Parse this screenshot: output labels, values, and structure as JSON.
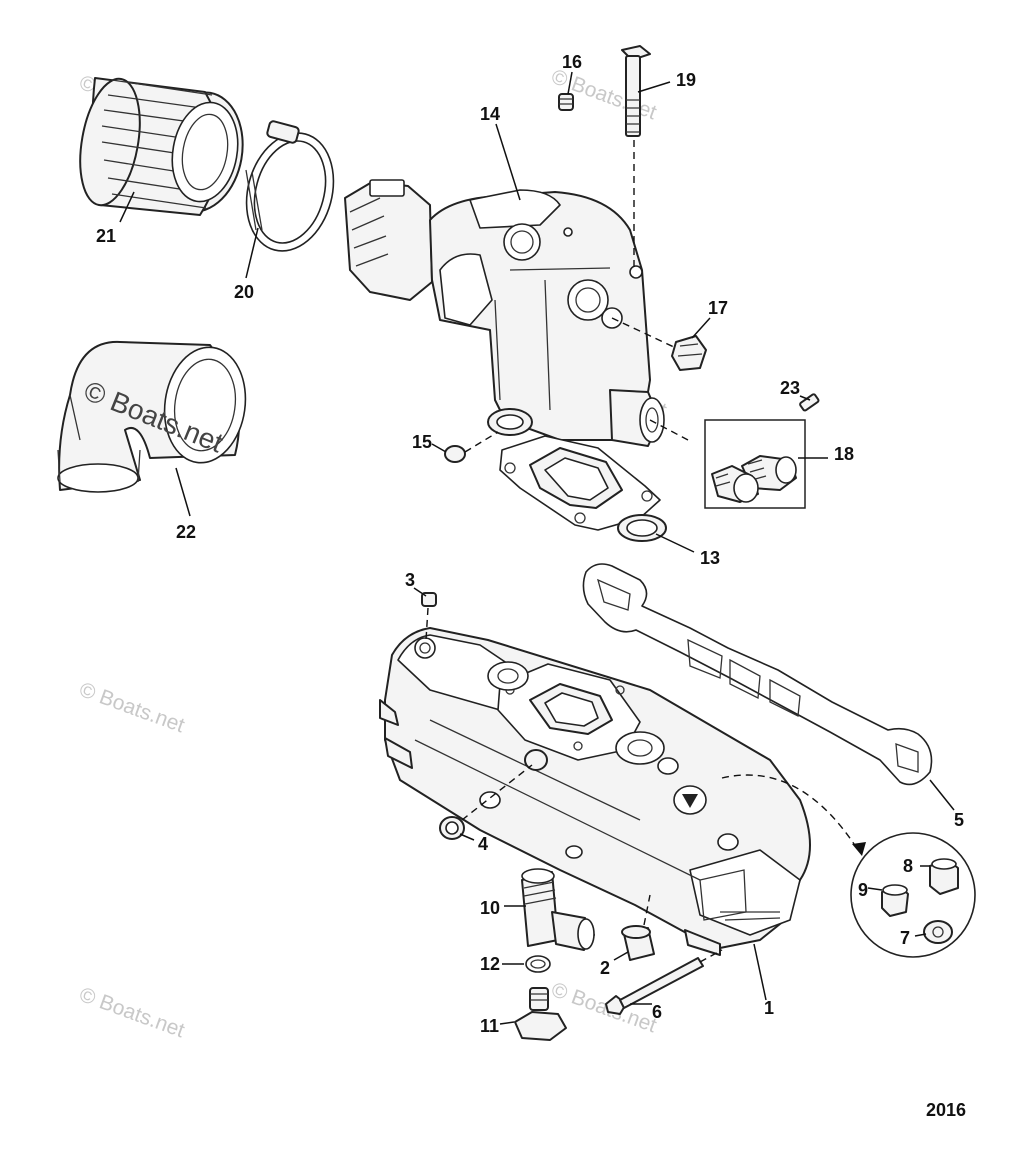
{
  "diagram": {
    "year": "2016",
    "watermark": "© Boats.net",
    "callouts": {
      "c1": "1",
      "c2": "2",
      "c3": "3",
      "c4": "4",
      "c5": "5",
      "c6": "6",
      "c7": "7",
      "c8": "8",
      "c9": "9",
      "c10": "10",
      "c11": "11",
      "c12": "12",
      "c13": "13",
      "c14": "14",
      "c15": "15",
      "c16": "16",
      "c17": "17",
      "c18": "18",
      "c19": "19",
      "c20": "20",
      "c21": "21",
      "c22": "22",
      "c23": "23"
    }
  }
}
